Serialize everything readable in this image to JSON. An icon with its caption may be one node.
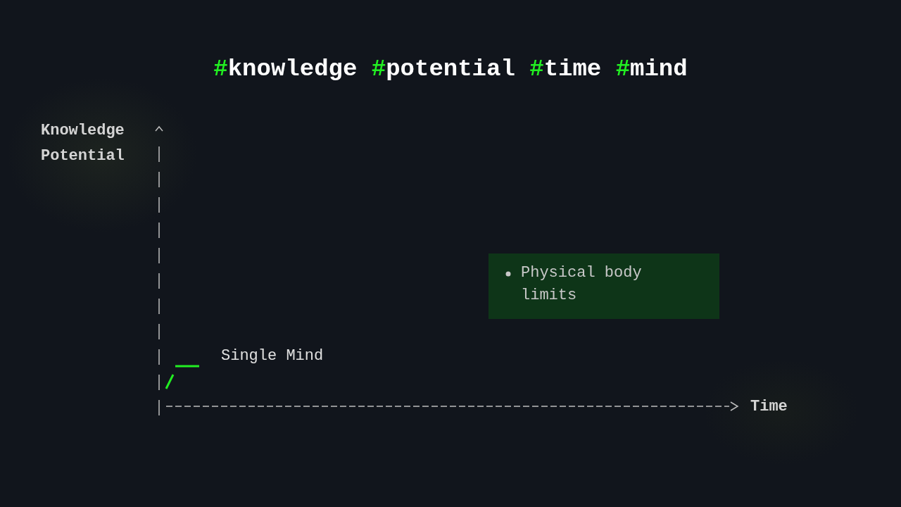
{
  "diagram": {
    "title": "#knowledge #potential #time #mind",
    "nodes": [
      {
        "text": [
          "Physical body limits"
        ]
      }
    ],
    "edges": [],
    "labels": [
      "Knowledge Potential",
      "Single Mind",
      "Time"
    ]
  }
}
